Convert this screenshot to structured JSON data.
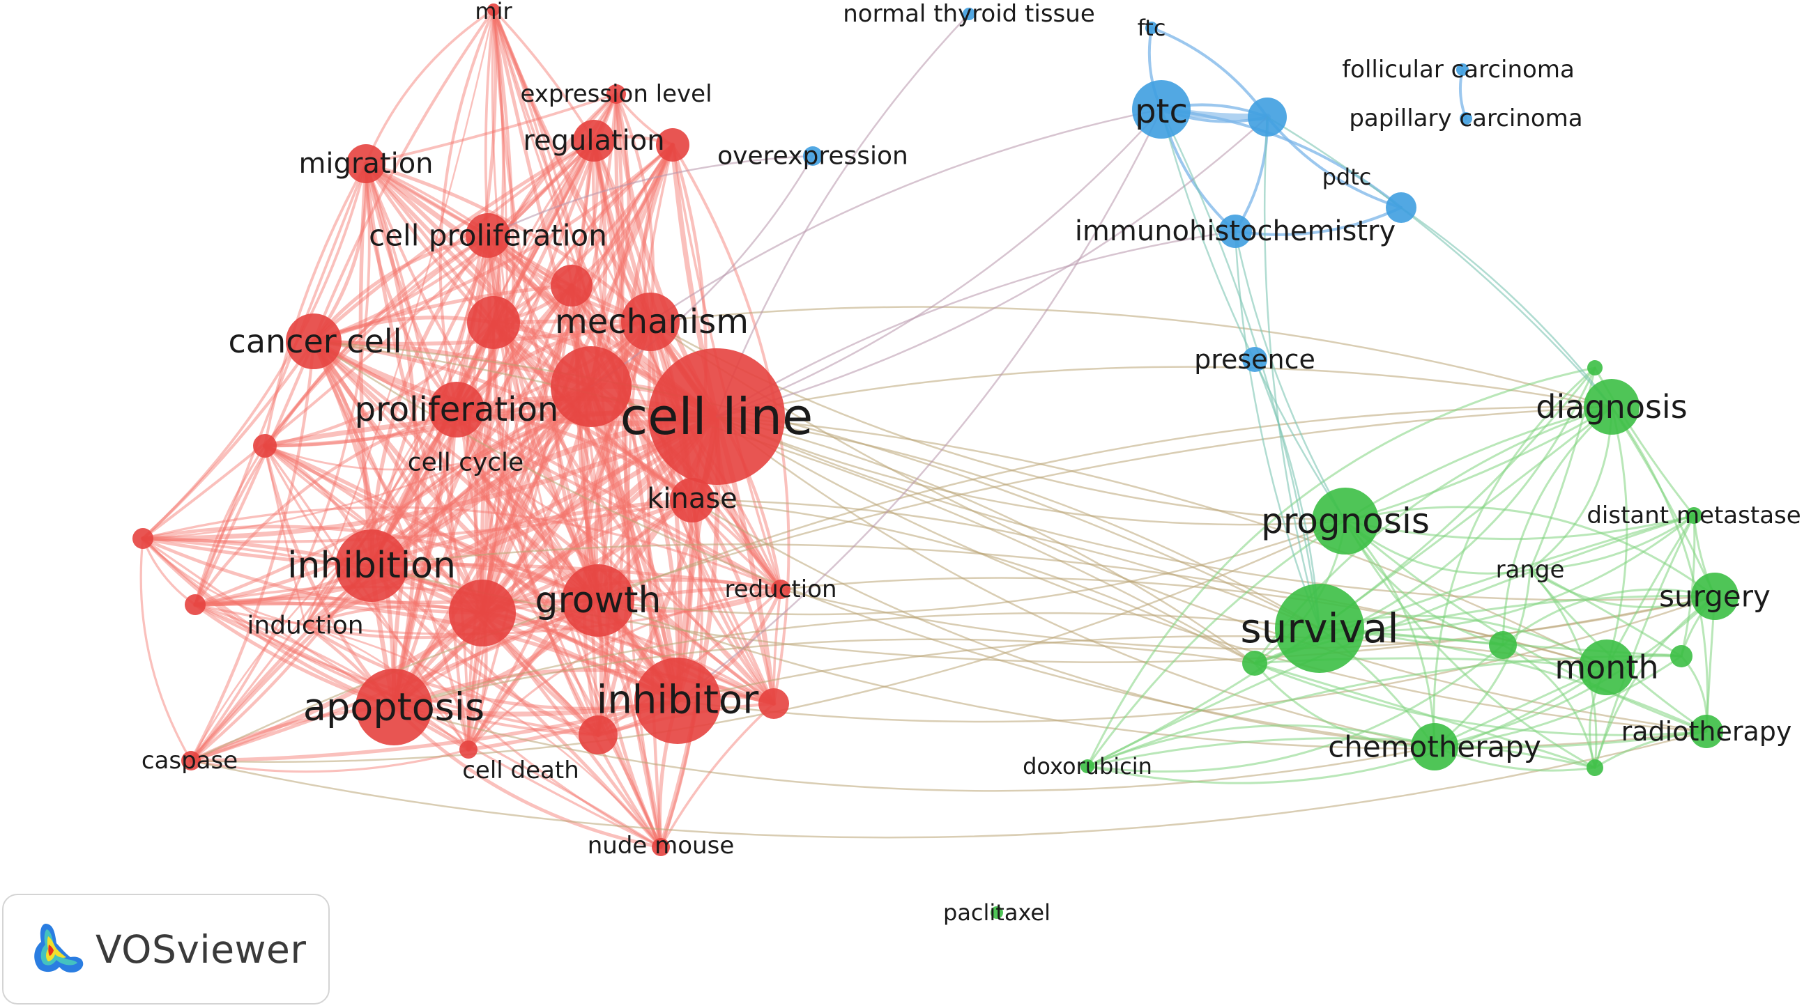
{
  "colors": {
    "cluster_1": "#e6423f",
    "cluster_2": "#3f9fe0",
    "cluster_3": "#3cbf45",
    "link_1": "#f3746b",
    "link_2": "#79b4e8",
    "link_3": "#7fd37e",
    "label": "#1a1a1a"
  },
  "keywords": [
    {
      "id": "cell_line",
      "label": "cell line",
      "cluster": 1
    },
    {
      "id": "inhibitor",
      "label": "inhibitor",
      "cluster": 1
    },
    {
      "id": "growth",
      "label": "growth",
      "cluster": 1
    },
    {
      "id": "apoptosis",
      "label": "apoptosis",
      "cluster": 1
    },
    {
      "id": "inhibition",
      "label": "inhibition",
      "cluster": 1
    },
    {
      "id": "mechanism",
      "label": "mechanism",
      "cluster": 1
    },
    {
      "id": "proliferation",
      "label": "proliferation",
      "cluster": 1
    },
    {
      "id": "cancer_cell",
      "label": "cancer cell",
      "cluster": 1
    },
    {
      "id": "cell_proliferation",
      "label": "cell proliferation",
      "cluster": 1
    },
    {
      "id": "regulation",
      "label": "regulation",
      "cluster": 1
    },
    {
      "id": "migration",
      "label": "migration",
      "cluster": 1
    },
    {
      "id": "kinase",
      "label": "kinase",
      "cluster": 1
    },
    {
      "id": "cell_cycle",
      "label": "cell cycle",
      "cluster": 1
    },
    {
      "id": "induction",
      "label": "induction",
      "cluster": 1
    },
    {
      "id": "caspase",
      "label": "caspase",
      "cluster": 1
    },
    {
      "id": "cell_death",
      "label": "cell death",
      "cluster": 1
    },
    {
      "id": "nude_mouse",
      "label": "nude mouse",
      "cluster": 1
    },
    {
      "id": "reduction",
      "label": "reduction",
      "cluster": 1
    },
    {
      "id": "expression_level",
      "label": "expression level",
      "cluster": 1
    },
    {
      "id": "mir",
      "label": "mir",
      "cluster": 1
    },
    {
      "id": "ptc",
      "label": "ptc",
      "cluster": 2
    },
    {
      "id": "immunohistochemistry",
      "label": "immunohistochemistry",
      "cluster": 2
    },
    {
      "id": "overexpression",
      "label": "overexpression",
      "cluster": 2
    },
    {
      "id": "normal_thyroid_tissue",
      "label": "normal thyroid tissue",
      "cluster": 2
    },
    {
      "id": "ftc",
      "label": "ftc",
      "cluster": 2
    },
    {
      "id": "follicular_carcinoma",
      "label": "follicular carcinoma",
      "cluster": 2
    },
    {
      "id": "papillary_carcinoma",
      "label": "papillary carcinoma",
      "cluster": 2
    },
    {
      "id": "pdtc",
      "label": "pdtc",
      "cluster": 2
    },
    {
      "id": "presence",
      "label": "presence",
      "cluster": 2
    },
    {
      "id": "survival",
      "label": "survival",
      "cluster": 3
    },
    {
      "id": "prognosis",
      "label": "prognosis",
      "cluster": 3
    },
    {
      "id": "diagnosis",
      "label": "diagnosis",
      "cluster": 3
    },
    {
      "id": "month",
      "label": "month",
      "cluster": 3
    },
    {
      "id": "surgery",
      "label": "surgery",
      "cluster": 3
    },
    {
      "id": "chemotherapy",
      "label": "chemotherapy",
      "cluster": 3
    },
    {
      "id": "radiotherapy",
      "label": "radiotherapy",
      "cluster": 3
    },
    {
      "id": "distant_metastase",
      "label": "distant metastase",
      "cluster": 3
    },
    {
      "id": "range",
      "label": "range",
      "cluster": 3
    },
    {
      "id": "doxorubicin",
      "label": "doxorubicin",
      "cluster": 3
    },
    {
      "id": "paclitaxel",
      "label": "paclitaxel",
      "cluster": 3
    }
  ],
  "unlabeled_nodes": [
    {
      "id": "r1",
      "cluster": 1
    },
    {
      "id": "r2",
      "cluster": 1
    },
    {
      "id": "r3",
      "cluster": 1
    },
    {
      "id": "r4",
      "cluster": 1
    },
    {
      "id": "r5",
      "cluster": 1
    },
    {
      "id": "r6",
      "cluster": 1
    },
    {
      "id": "r7",
      "cluster": 1
    },
    {
      "id": "r8",
      "cluster": 1
    },
    {
      "id": "r9",
      "cluster": 1
    },
    {
      "id": "r10",
      "cluster": 1
    },
    {
      "id": "b1",
      "cluster": 2
    },
    {
      "id": "b2",
      "cluster": 2
    },
    {
      "id": "g1",
      "cluster": 3
    },
    {
      "id": "g2",
      "cluster": 3
    },
    {
      "id": "g3",
      "cluster": 3
    },
    {
      "id": "g4",
      "cluster": 3
    },
    {
      "id": "g5",
      "cluster": 3
    }
  ],
  "watermark": {
    "text": "VOSviewer",
    "icon": "vosviewer-logo-icon"
  }
}
